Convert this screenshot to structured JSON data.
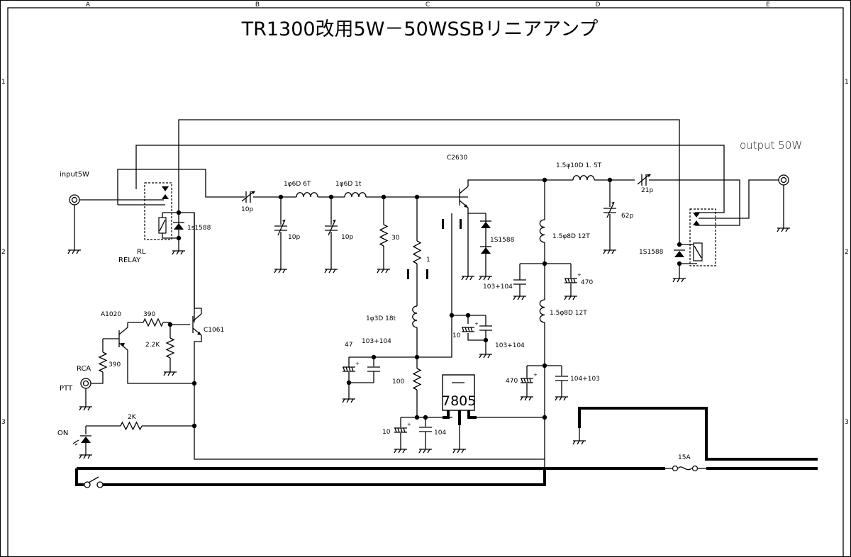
{
  "title": "TR1300改用5W－50WSSBリニアアンプ",
  "frame": {
    "columns": [
      "A",
      "B",
      "C",
      "D",
      "E"
    ],
    "rows": [
      "1",
      "2",
      "3"
    ]
  },
  "ports": {
    "input": "input5W",
    "output": "output 50W",
    "ptt": "PTT",
    "rca": "RCA",
    "on": "ON"
  },
  "relays": {
    "input_relay_ref": "RL",
    "input_relay_name": "RELAY"
  },
  "components": {
    "d_in_relay": "1s1588",
    "c_in_series": "10p",
    "l1": "1φ6D  6T",
    "l2": "1φ6D  1t",
    "c_shunt1": "10p",
    "c_shunt2": "10p",
    "r_30": "30",
    "r_1": "1",
    "transistor_main": "C2630",
    "d_bias": "1S1588",
    "c_bias": "103+104",
    "l_out": "1.5φ10D  1. 5T",
    "c_out_series": "21p",
    "c_out_shunt": "62p",
    "l_choke1": "1.5φ8D 12T",
    "c_470a": "470",
    "l_choke2": "1.5φ8D 12T",
    "c_470b": "470",
    "c_104_103": "104+103",
    "d_out_relay": "1S1588",
    "l_base": "1φ3D  18t",
    "c_47": "47",
    "c_103_104_a": "103+104",
    "c_10_bias": "10",
    "c_103_104_b": "103+104",
    "r_100": "100",
    "c_10_reg": "10",
    "c_104_reg": "104",
    "regulator": "7805",
    "q_pnp": "A1020",
    "r_390a": "390",
    "r_22k": "2.2K",
    "q_npn": "C1061",
    "r_390b": "390",
    "r_2k": "2K",
    "fuse": "15A"
  }
}
